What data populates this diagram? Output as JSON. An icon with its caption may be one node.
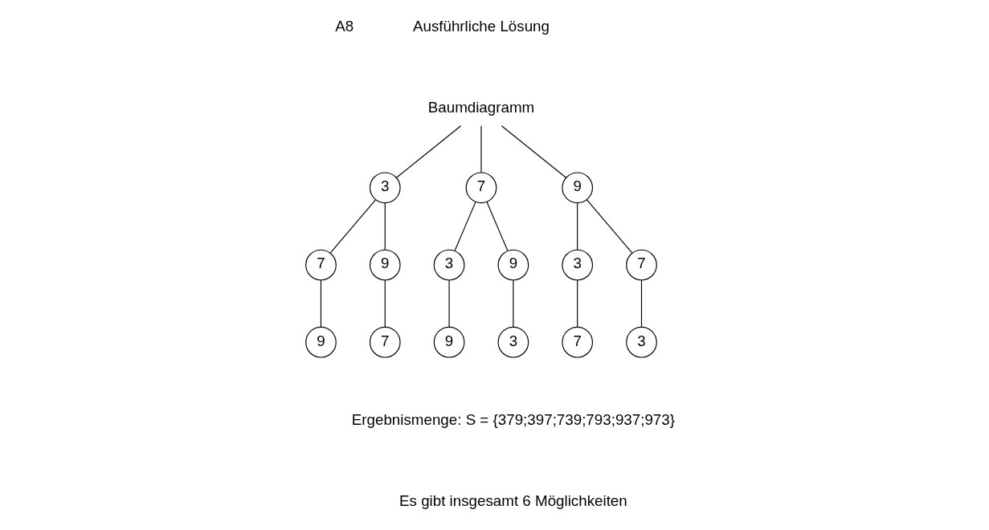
{
  "diagram": {
    "nodes": [
      {
        "text": [
          "Baumdiagramm"
        ]
      },
      {
        "text": [
          "3"
        ]
      },
      {
        "text": [
          "7"
        ]
      },
      {
        "text": [
          "9"
        ]
      },
      {
        "text": [
          "7"
        ]
      },
      {
        "text": [
          "9"
        ]
      },
      {
        "text": [
          "3"
        ]
      },
      {
        "text": [
          "9"
        ]
      },
      {
        "text": [
          "3"
        ]
      },
      {
        "text": [
          "7"
        ]
      },
      {
        "text": [
          "9"
        ]
      },
      {
        "text": [
          "7"
        ]
      },
      {
        "text": [
          "9"
        ]
      },
      {
        "text": [
          "3"
        ]
      },
      {
        "text": [
          "7"
        ]
      },
      {
        "text": [
          "3"
        ]
      }
    ],
    "edges": [
      {
        "from": 0,
        "to": 1,
        "arrow": "none"
      },
      {
        "from": 0,
        "to": 2,
        "arrow": "none"
      },
      {
        "from": 0,
        "to": 3,
        "arrow": "none"
      },
      {
        "from": 1,
        "to": 4,
        "arrow": "none"
      },
      {
        "from": 1,
        "to": 5,
        "arrow": "none"
      },
      {
        "from": 2,
        "to": 6,
        "arrow": "none"
      },
      {
        "from": 2,
        "to": 7,
        "arrow": "none"
      },
      {
        "from": 3,
        "to": 8,
        "arrow": "none"
      },
      {
        "from": 3,
        "to": 9,
        "arrow": "none"
      },
      {
        "from": 4,
        "to": 10,
        "arrow": "none"
      },
      {
        "from": 5,
        "to": 11,
        "arrow": "none"
      },
      {
        "from": 6,
        "to": 12,
        "arrow": "none"
      },
      {
        "from": 7,
        "to": 13,
        "arrow": "none"
      },
      {
        "from": 8,
        "to": 14,
        "arrow": "none"
      },
      {
        "from": 9,
        "to": 15,
        "arrow": "none"
      }
    ],
    "labels": [
      "A8",
      "Ausführliche Lösung",
      "Ergebnismenge: S = {379;397;739;793;937;973}",
      "Es gibt insgesamt 6 Möglichkeiten"
    ]
  }
}
